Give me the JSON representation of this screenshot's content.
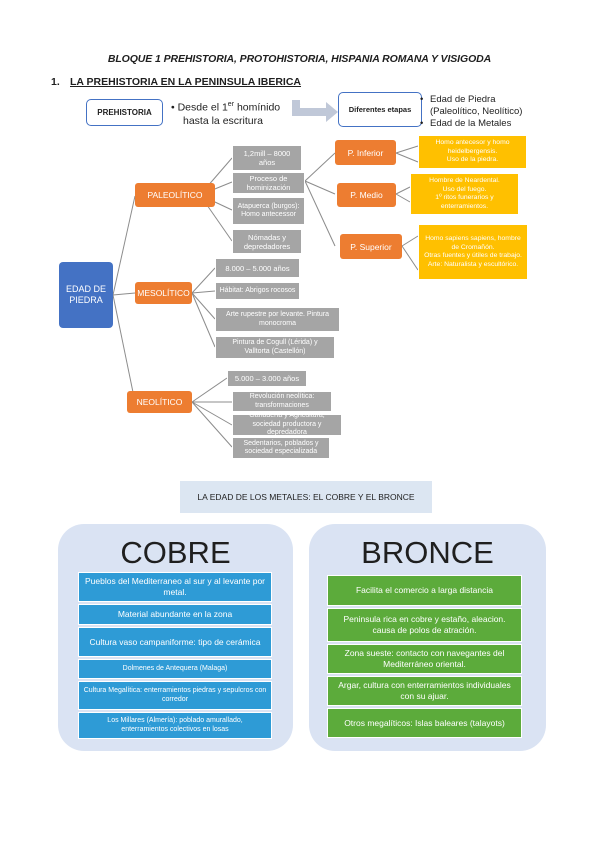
{
  "document": {
    "title": "BLOQUE 1 PREHISTORIA, PROTOHISTORIA, HISPANIA ROMANA Y VISIGODA",
    "section_number": "1.",
    "section_title": "LA PREHISTORIA EN LA PENINSULA IBERICA"
  },
  "intro": {
    "prehistoria_label": "PREHISTORIA",
    "desde_line1": "Desde el 1",
    "desde_sup": "er",
    "desde_line1_end": " homínido",
    "desde_line2": "hasta la escritura",
    "etapas_label": "Diferentes etapas",
    "right_items": [
      "Edad de Piedra",
      "(Paleolítico, Neolítico)",
      "Edad de la Metales"
    ]
  },
  "diagram": {
    "root": "EDAD DE PIEDRA",
    "paleolitico": {
      "label": "PALEOLÍTICO",
      "items": [
        "1,2mill – 8000 años",
        "Proceso de hominización",
        "Atapuerca (burgos): Homo antecessor",
        "Nómadas y depredadores"
      ],
      "phases": [
        {
          "label": "P. Inferior",
          "notes": [
            "Homo antecesor y homo heidelbergensis.",
            "Uso de la piedra."
          ]
        },
        {
          "label": "P. Medio",
          "notes": [
            "Hombre de Neardental.",
            "Uso del fuego.",
            "1º ritos funerarios y enterramientos."
          ]
        },
        {
          "label": "P. Superior",
          "notes": [
            "Homo sapiens sapiens, hombre de Cromañón.",
            "Otras fuentes y útiles de trabajo.",
            "Arte: Naturalista y escultórico."
          ]
        }
      ]
    },
    "mesolitico": {
      "label": "MESOLÍTICO",
      "items": [
        "8.000 – 5.000 años",
        "Hábitat: Abrigos rocosos",
        "Arte rupestre por levante. Pintura monocroma",
        "Pintura de Cogull (Lérida) y Valltorta (Castellón)"
      ]
    },
    "neolitico": {
      "label": "NEOLÍTICO",
      "items": [
        "5.000 – 3.000 años",
        "Revolución neolítica: transformaciones",
        "Ganadería y Agricultura, sociedad productora y depredadora",
        "Sedentarios, poblados y sociedad especializada"
      ]
    }
  },
  "metals": {
    "header": "LA EDAD DE LOS METALES: EL COBRE Y EL BRONCE",
    "cobre": {
      "title": "COBRE",
      "items": [
        "Pueblos del Mediterraneo al sur y al levante por metal.",
        "Material abundante en la zona",
        "Cultura vaso campaniforme: tipo de cerámica",
        "Dolmenes de Antequera (Malaga)",
        "Cultura Megalítica: enterramientos piedras y sepulcros con corredor",
        "Los Millares (Almería): poblado amurallado, enterramientos colectivos en losas"
      ]
    },
    "bronce": {
      "title": "BRONCE",
      "items": [
        "Facilita el comercio a larga distancia",
        "Peninsula rica en cobre y estaño, aleacion. causa de polos de atración.",
        "Zona sueste: contacto con navegantes del Mediterráneo oriental.",
        "Argar, cultura con enterramientos individuales con su ajuar.",
        "Otros megalíticos: Islas baleares (talayots)"
      ]
    }
  },
  "colors": {
    "root_blue": "#4472c4",
    "orange": "#ed7d31",
    "grey": "#a5a5a5",
    "yellow": "#ffc000",
    "cobre_blue": "#2e9bd6",
    "bronce_green": "#5cab3b",
    "panel_bg": "#dae3f3"
  }
}
